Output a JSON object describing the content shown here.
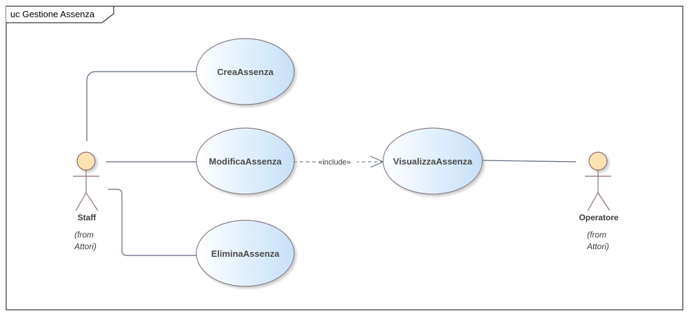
{
  "frame": {
    "title": "uc Gestione Assenza"
  },
  "colors": {
    "usecase_fill_start": "#ffffff",
    "usecase_fill_end": "#cce4fb",
    "usecase_stroke": "#8a7f86",
    "actor_head_fill": "#fde3b4",
    "actor_stroke": "#8a6a6a",
    "association": "#5a6678",
    "include": "#5a6678"
  },
  "use_cases": {
    "crea": "CreaAssenza",
    "modifica": "ModificaAssenza",
    "elimina": "EliminaAssenza",
    "visualizza": "VisualizzaAssenza"
  },
  "actors": {
    "staff": {
      "name": "Staff",
      "from_line1": "(from",
      "from_line2": "Attori)"
    },
    "operatore": {
      "name": "Operatore",
      "from_line1": "(from",
      "from_line2": "Attori)"
    }
  },
  "relations": {
    "include_label": "«include»"
  }
}
